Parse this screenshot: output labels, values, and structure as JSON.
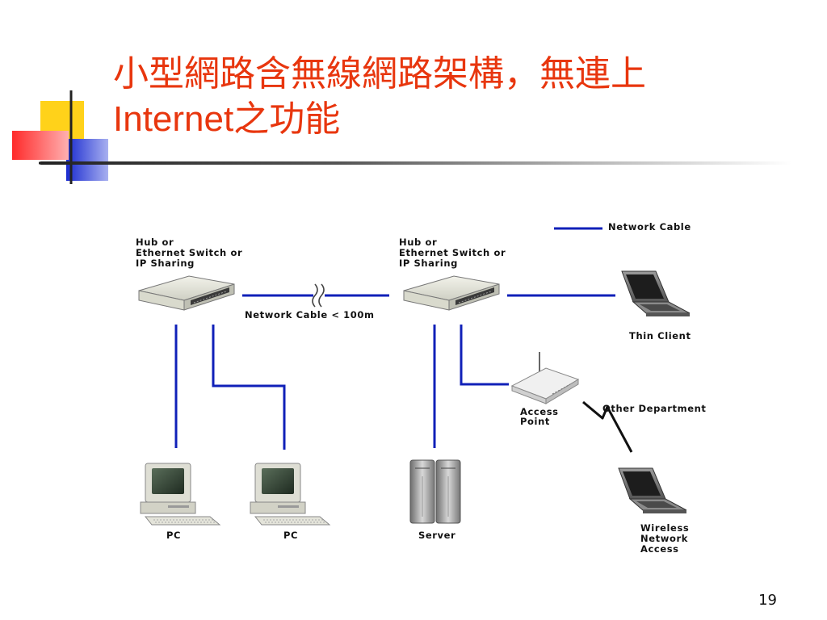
{
  "slide": {
    "title_line1": "小型網路含無線網路架構，無連上",
    "title_line2": "Internet之功能",
    "page_number": "19"
  },
  "diagram": {
    "legend_label": "Network Cable",
    "hub_left_label": [
      "Hub or",
      "Ethernet Switch or",
      "IP Sharing"
    ],
    "hub_right_label": [
      "Hub or",
      "Ethernet Switch or",
      "IP Sharing"
    ],
    "cable_note": "Network Cable < 100m",
    "thin_client": "Thin Client",
    "access_point": [
      "Access",
      "Point"
    ],
    "other_department": "Other Department",
    "pc1": "PC",
    "pc2": "PC",
    "server": "Server",
    "wireless": [
      "Wireless",
      "Network",
      "Access"
    ]
  },
  "colors": {
    "title": "#e8360e",
    "cable": "#1020b8"
  }
}
